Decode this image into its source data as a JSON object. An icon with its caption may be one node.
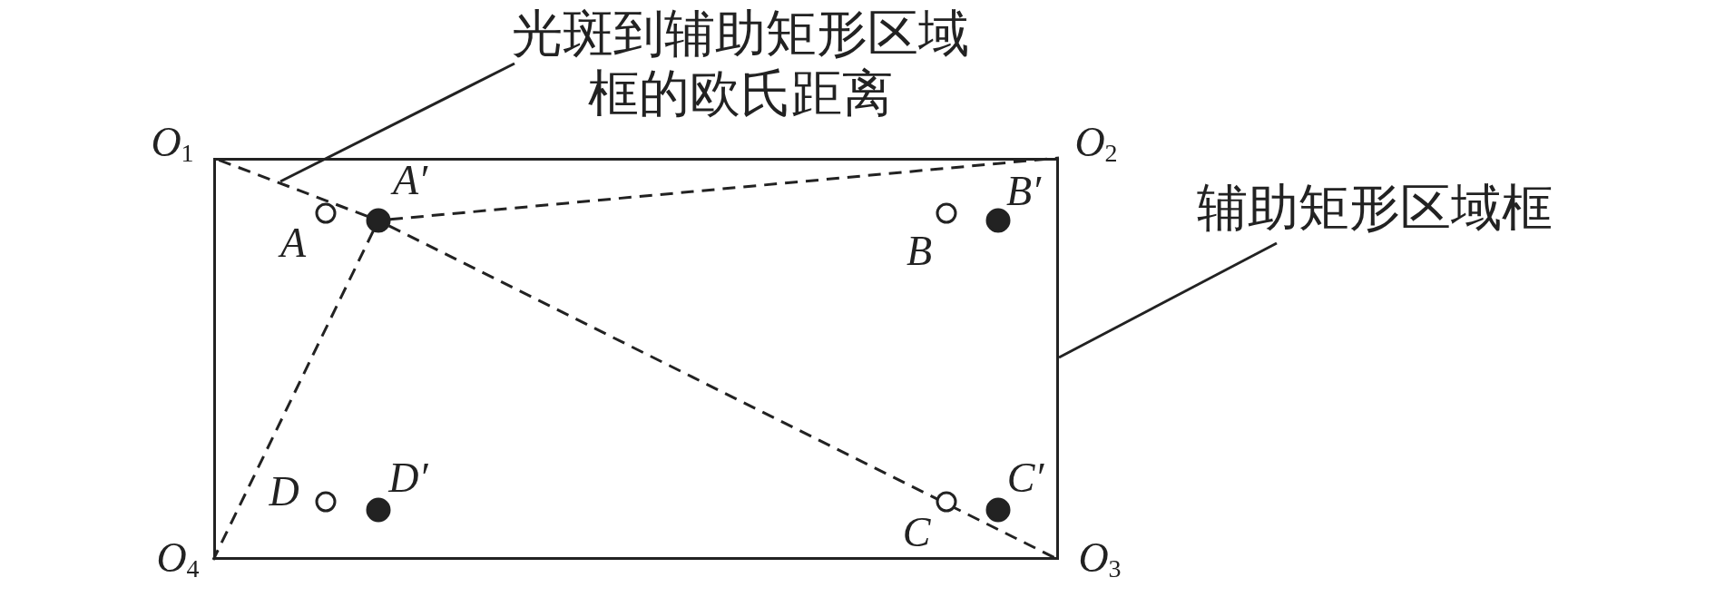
{
  "diagram": {
    "nodes": [
      {
        "text": [
          "光斑到辅助矩形区域框的欧氏距离"
        ]
      },
      {
        "text": [
          "O$_{1}$"
        ]
      },
      {
        "text": [
          "O$_{2}$"
        ]
      },
      {
        "text": [
          "辅助矩形区域框"
        ]
      },
      {
        "text": [],
        "shape": "box"
      },
      {
        "text": [],
        "shape": "circle",
        "beside": [
          "A"
        ],
        "in": 4
      },
      {
        "text": [],
        "shape": "circle",
        "beside": [
          "A′"
        ],
        "in": 4
      },
      {
        "text": [],
        "shape": "circle",
        "beside": [
          "B"
        ],
        "in": 4
      },
      {
        "text": [],
        "shape": "circle",
        "beside": [
          "B′"
        ],
        "in": 4
      },
      {
        "text": [],
        "shape": "circle",
        "beside": [
          "D"
        ],
        "in": 4
      },
      {
        "text": [],
        "shape": "circle",
        "beside": [
          "D′"
        ],
        "in": 4
      },
      {
        "text": [],
        "shape": "circle",
        "beside": [
          "C"
        ],
        "in": 4
      },
      {
        "text": [],
        "shape": "circle",
        "beside": [
          "C′"
        ],
        "in": 4
      },
      {
        "text": [
          "O$_{4}$"
        ]
      },
      {
        "text": [
          "O$_{3}$"
        ]
      }
    ],
    "edges": [
      {
        "from": 6,
        "to": 1,
        "arrow": "none",
        "style": "dashed"
      },
      {
        "from": 6,
        "to": 2,
        "arrow": "none",
        "style": "dashed"
      },
      {
        "from": 6,
        "to": 14,
        "arrow": "none",
        "style": "dashed"
      },
      {
        "from": 6,
        "to": 13,
        "arrow": "none",
        "style": "dashed"
      },
      {
        "from": 0,
        "to": null,
        "arrow": "none"
      },
      {
        "from": 3,
        "to": 4,
        "arrow": "none"
      }
    ]
  }
}
